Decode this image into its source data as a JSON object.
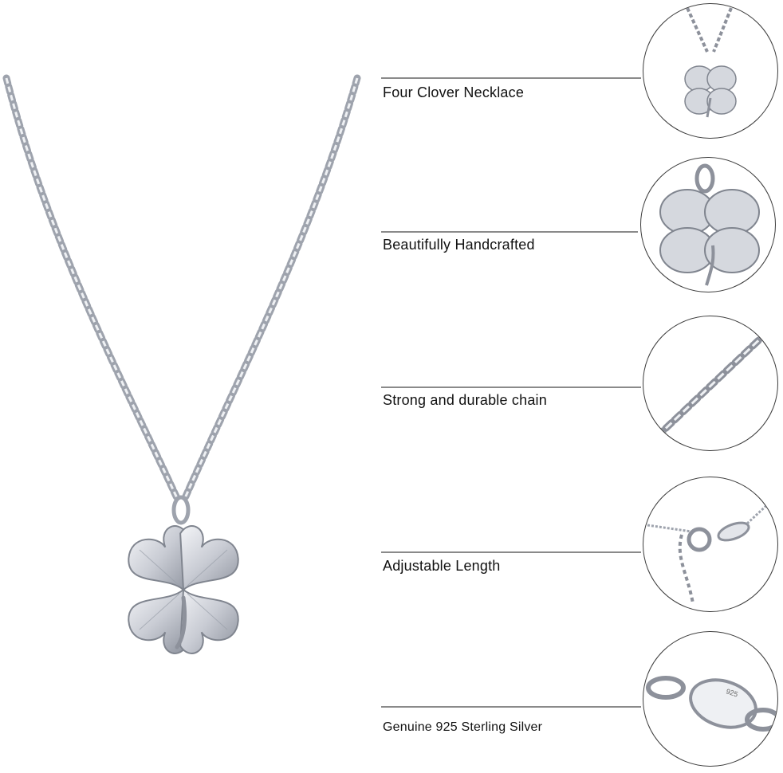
{
  "product": {
    "main_image_icon": "four-leaf-clover-necklace",
    "metal_color": "#c9ccd4"
  },
  "features": [
    {
      "label": "Four Clover Necklace",
      "icon": "clover-pendant-closeup"
    },
    {
      "label": "Beautifully Handcrafted",
      "icon": "clover-pendant-detail"
    },
    {
      "label": "Strong and durable chain",
      "icon": "chain-links"
    },
    {
      "label": "Adjustable Length",
      "icon": "spring-ring-clasp"
    },
    {
      "label": "Genuine 925 Sterling Silver",
      "icon": "925-stamp-tag",
      "stamp_text": "925"
    }
  ]
}
